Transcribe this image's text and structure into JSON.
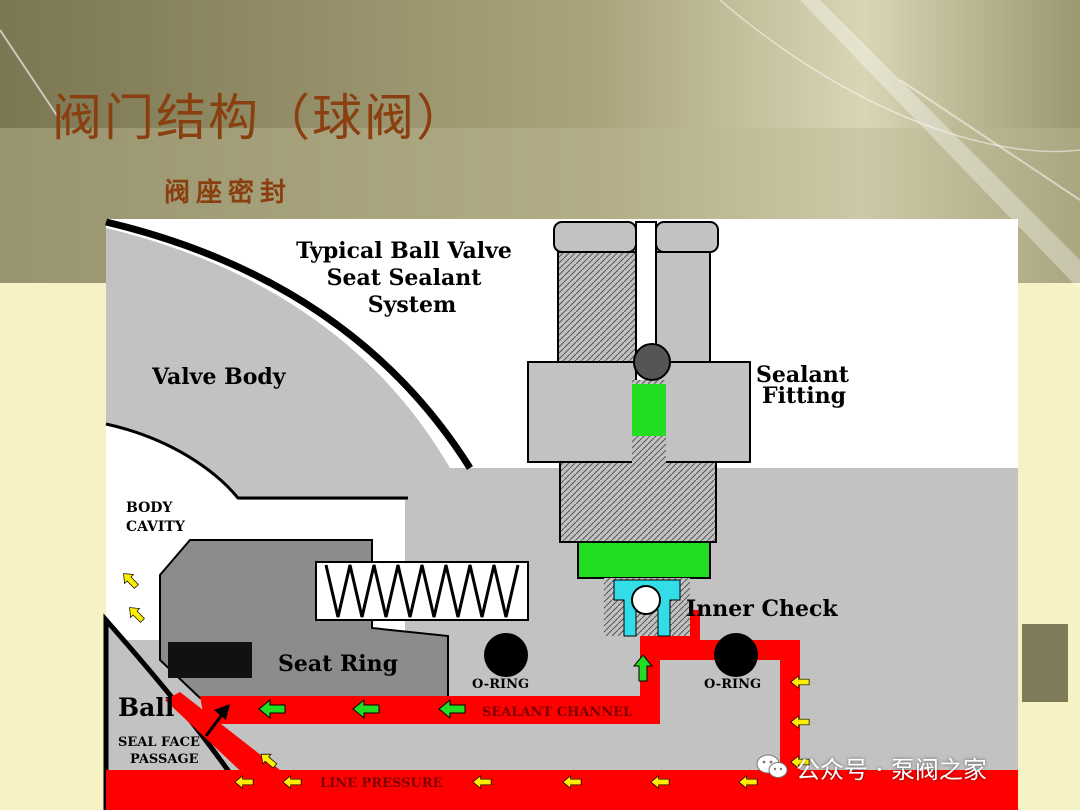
{
  "slide": {
    "title": "阀门结构（球阀）",
    "subtitle": "阀座密封"
  },
  "diagram": {
    "title_lines": [
      "Typical Ball Valve",
      "Seat Sealant",
      "System"
    ],
    "labels": {
      "valve_body": "Valve Body",
      "sealant_fitting_1": "Sealant",
      "sealant_fitting_2": "Fitting",
      "body_cavity_1": "BODY",
      "body_cavity_2": "CAVITY",
      "inner_check": "Inner Check",
      "seat_ring": "Seat Ring",
      "oring_left": "O-RING",
      "oring_right": "O-RING",
      "ball": "Ball",
      "seal_face_1": "SEAL FACE",
      "seal_face_2": "PASSAGE",
      "sealant_channel": "SEALANT CHANNEL",
      "line_pressure": "LINE PRESSURE"
    },
    "colors": {
      "body": "#c2c2c2",
      "body_dark": "#8c8c8c",
      "sealant": "#ff0000",
      "arrow_green": "#22dd22",
      "arrow_yellow": "#ffee00",
      "check_cyan": "#33dde8"
    }
  },
  "watermark": {
    "icon": "wechat-icon",
    "text": "公众号 · 泵阀之家"
  }
}
